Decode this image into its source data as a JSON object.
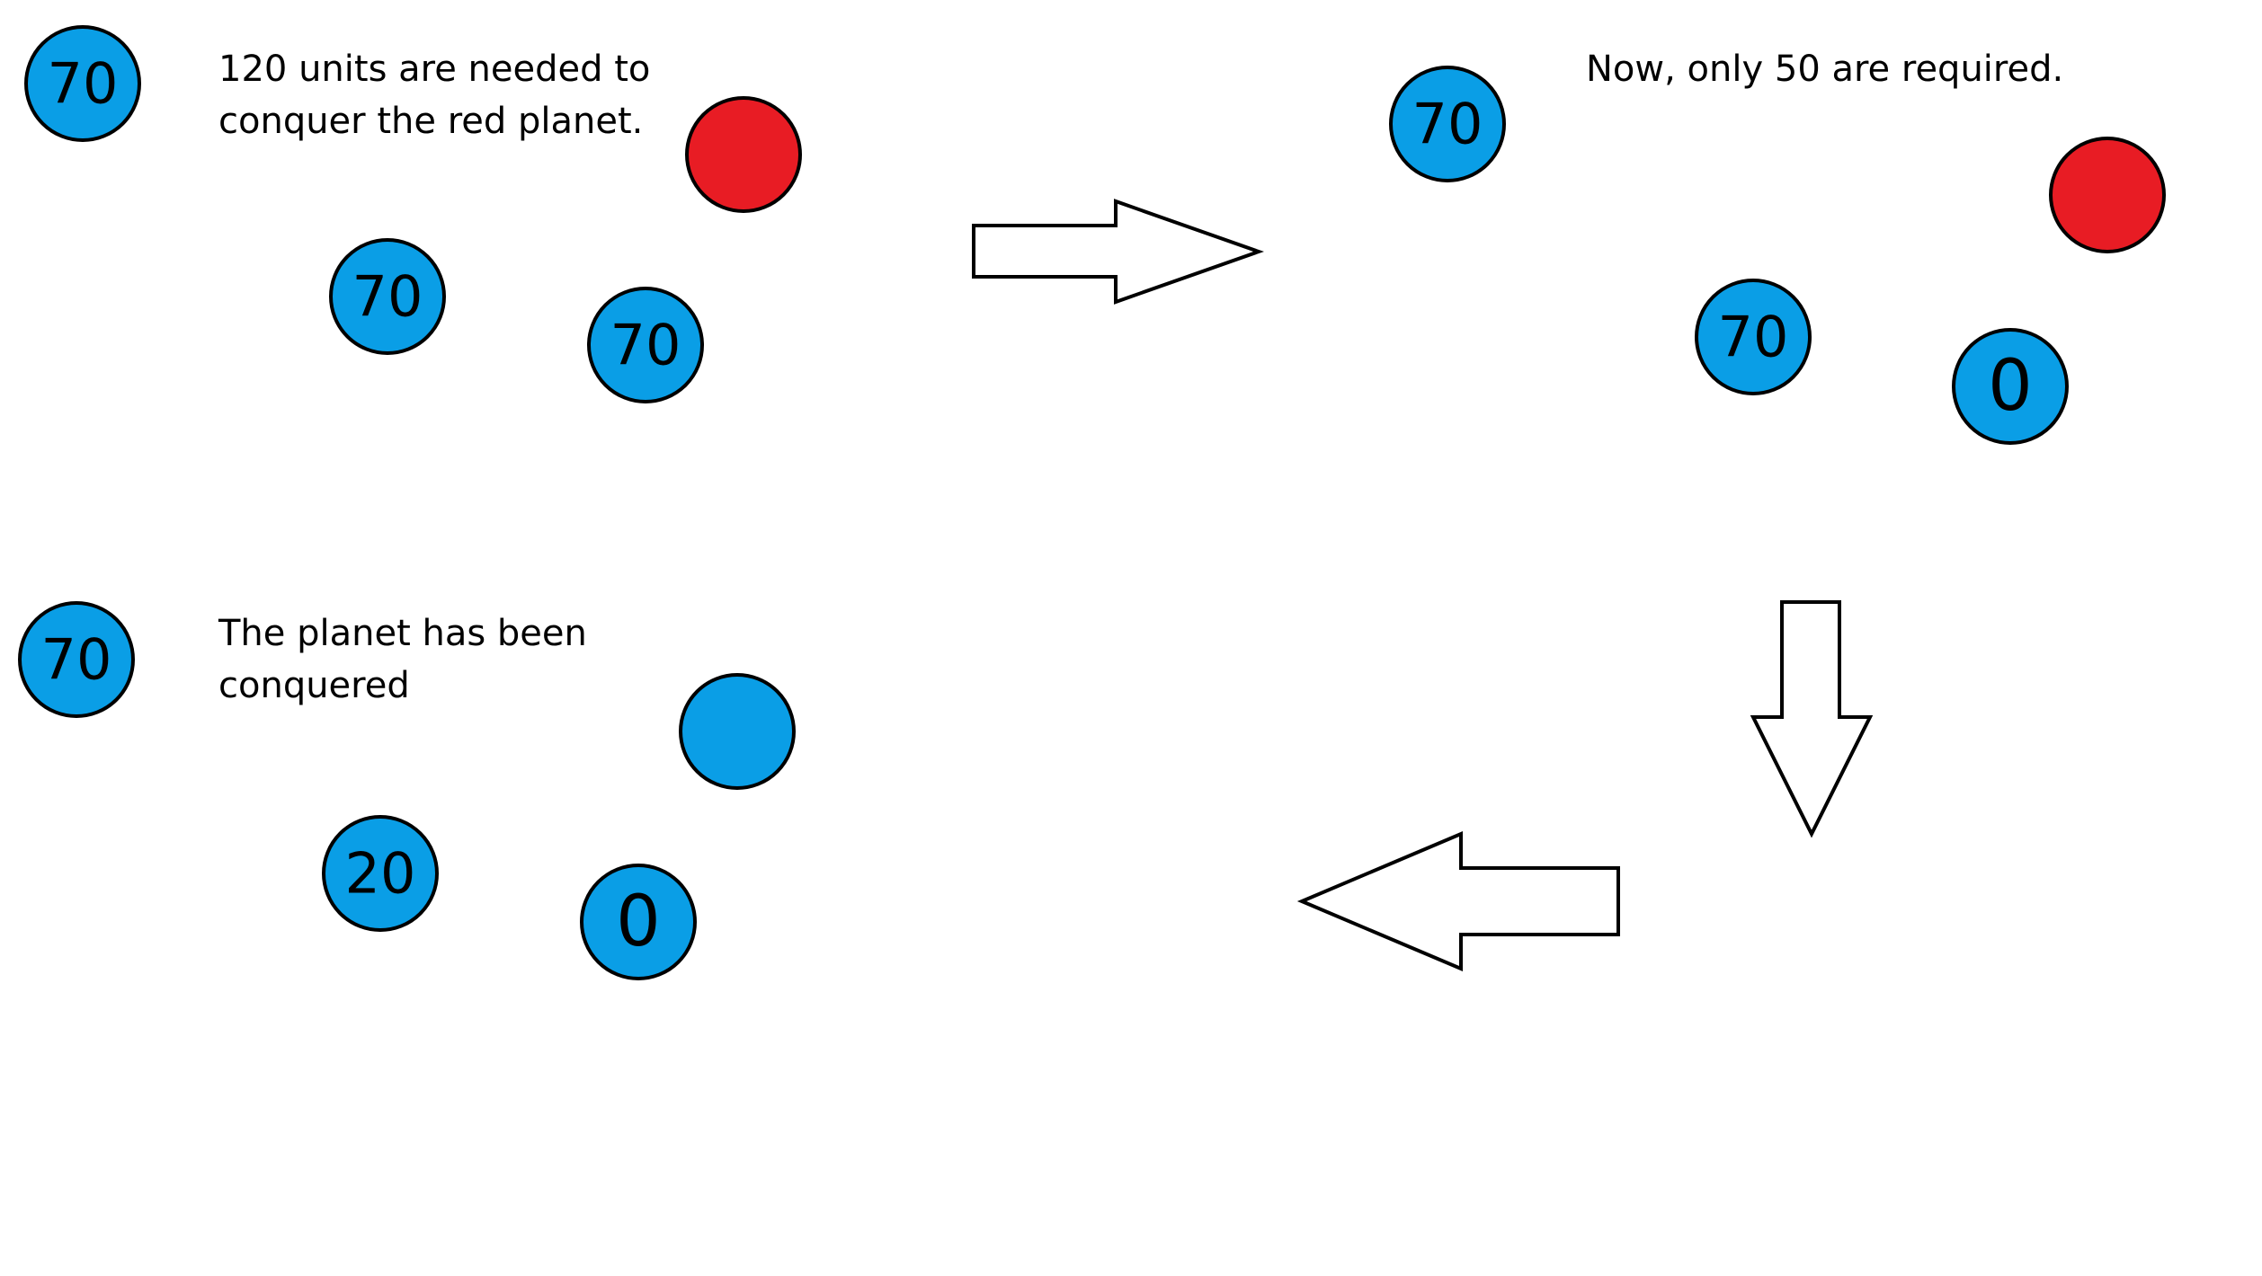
{
  "colors": {
    "blue_planet": "#0a9ee6",
    "red_planet": "#e81c24",
    "outline": "#000000",
    "arrow_fill": "#ffffff",
    "background": "#ffffff"
  },
  "panels": {
    "top_left": {
      "caption_line1": "120 units are needed to",
      "caption_line2": "conquer the red planet.",
      "planets": [
        {
          "owner": "blue",
          "units": "70"
        },
        {
          "owner": "red",
          "units": ""
        },
        {
          "owner": "blue",
          "units": "70"
        },
        {
          "owner": "blue",
          "units": "70"
        }
      ]
    },
    "top_right": {
      "caption_line1": "Now, only 50 are required.",
      "planets": [
        {
          "owner": "blue",
          "units": "70"
        },
        {
          "owner": "red",
          "units": ""
        },
        {
          "owner": "blue",
          "units": "70"
        },
        {
          "owner": "blue",
          "units": "0"
        }
      ]
    },
    "bottom_left": {
      "caption_line1": "The planet has been",
      "caption_line2": "conquered",
      "planets": [
        {
          "owner": "blue",
          "units": "70"
        },
        {
          "owner": "blue",
          "units": ""
        },
        {
          "owner": "blue",
          "units": "20"
        },
        {
          "owner": "blue",
          "units": "0"
        }
      ]
    }
  },
  "arrows": [
    {
      "direction": "right",
      "icon": "arrow-right-icon"
    },
    {
      "direction": "down",
      "icon": "arrow-down-icon"
    },
    {
      "direction": "left",
      "icon": "arrow-left-icon"
    }
  ]
}
